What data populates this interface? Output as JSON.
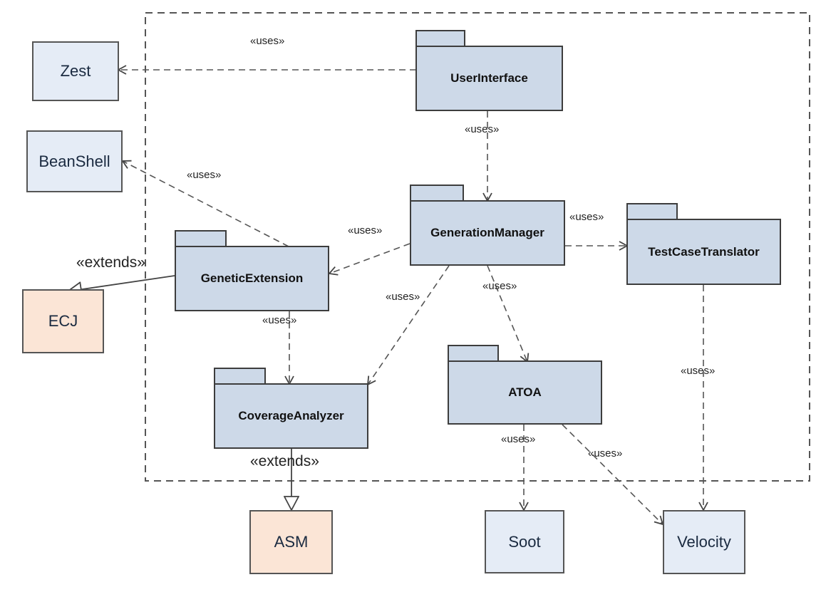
{
  "packages": {
    "user_interface": "UserInterface",
    "generation_manager": "GenerationManager",
    "test_case_translator": "TestCaseTranslator",
    "genetic_extension": "GeneticExtension",
    "coverage_analyzer": "CoverageAnalyzer",
    "atoa": "ATOA"
  },
  "externals": {
    "zest": "Zest",
    "beanshell": "BeanShell",
    "ecj": "ECJ",
    "asm": "ASM",
    "soot": "Soot",
    "velocity": "Velocity"
  },
  "relations": {
    "uses": "«uses»",
    "extends": "«extends»"
  },
  "colors": {
    "package_fill": "#cdd9e8",
    "external_blue": "#e5ecf6",
    "external_peach": "#fbe5d6"
  }
}
